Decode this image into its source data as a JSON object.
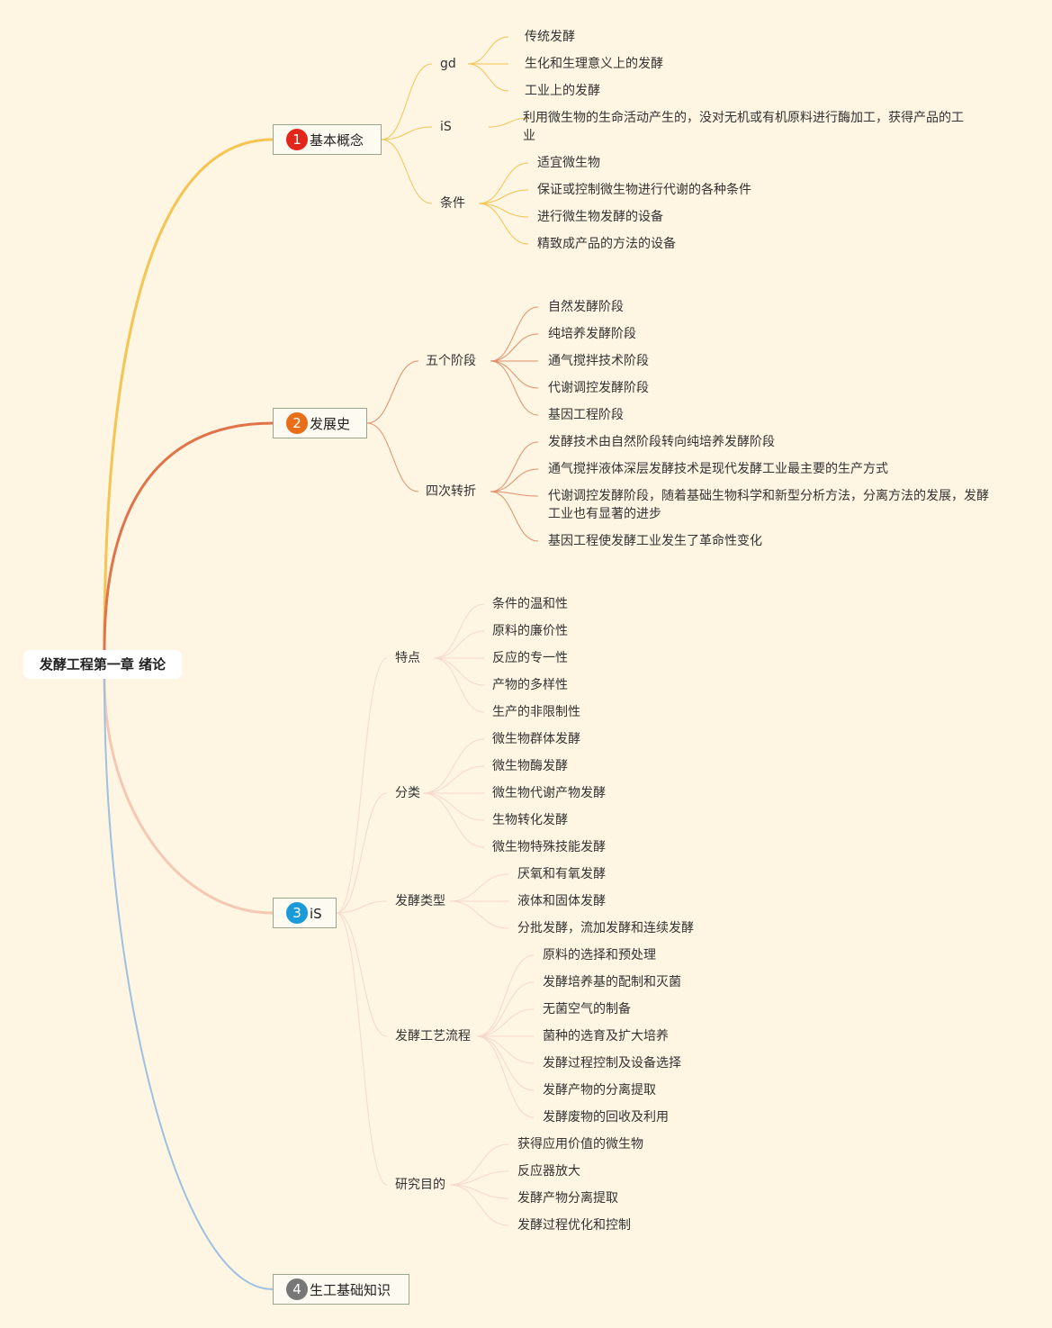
{
  "root": {
    "label": "发酵工程第一章 绪论"
  },
  "branches": [
    {
      "num": "1",
      "label": "基本概念",
      "color": "#f5c451",
      "badge_color": "#e2261a",
      "subs": [
        {
          "label": "gd",
          "leaves": [
            "传统发酵",
            "生化和生理意义上的发酵",
            "工业上的发酵"
          ]
        },
        {
          "label": "iS",
          "leaves": [
            "利用微生物的生命活动产生的，没对无机或有机原料进行酶加工，获得产品的工业"
          ]
        },
        {
          "label": "条件",
          "leaves": [
            "适宜微生物",
            "保证或控制微生物进行代谢的各种条件",
            "进行微生物发酵的设备",
            "精致成产品的方法的设备"
          ]
        }
      ]
    },
    {
      "num": "2",
      "label": "发展史",
      "color": "#e0734a",
      "badge_color": "#e86e18",
      "subs": [
        {
          "label": "五个阶段",
          "leaves": [
            "自然发酵阶段",
            "纯培养发酵阶段",
            "通气搅拌技术阶段",
            "代谢调控发酵阶段",
            "基因工程阶段"
          ]
        },
        {
          "label": "四次转折",
          "leaves": [
            "发酵技术由自然阶段转向纯培养发酵阶段",
            "通气搅拌液体深层发酵技术是现代发酵工业最主要的生产方式",
            "代谢调控发酵阶段，随着基础生物科学和新型分析方法，分离方法的发展，发酵工业也有显著的进步",
            "基因工程使发酵工业发生了革命性变化"
          ]
        }
      ]
    },
    {
      "num": "3",
      "label": "iS",
      "color": "#f3c9b4",
      "badge_color": "#1a9ad6",
      "subs": [
        {
          "label": "特点",
          "leaves": [
            "条件的温和性",
            "原料的廉价性",
            "反应的专一性",
            "产物的多样性",
            "生产的非限制性"
          ]
        },
        {
          "label": "分类",
          "leaves": [
            "微生物群体发酵",
            "微生物酶发酵",
            "微生物代谢产物发酵",
            "生物转化发酵",
            "微生物特殊技能发酵"
          ]
        },
        {
          "label": "发酵类型",
          "leaves": [
            "厌氧和有氧发酵",
            "液体和固体发酵",
            "分批发酵，流加发酵和连续发酵"
          ]
        },
        {
          "label": "发酵工艺流程",
          "leaves": [
            "原料的选择和预处理",
            "发酵培养基的配制和灭菌",
            "无菌空气的制备",
            "菌种的选育及扩大培养",
            "发酵过程控制及设备选择",
            "发酵产物的分离提取",
            "发酵废物的回收及利用"
          ]
        },
        {
          "label": "研究目的",
          "leaves": [
            "获得应用价值的微生物",
            "反应器放大",
            "发酵产物分离提取",
            "发酵过程优化和控制"
          ]
        }
      ]
    },
    {
      "num": "4",
      "label": "生工基础知识",
      "color": "#9dc0e3",
      "badge_color": "#777777",
      "subs": []
    }
  ]
}
